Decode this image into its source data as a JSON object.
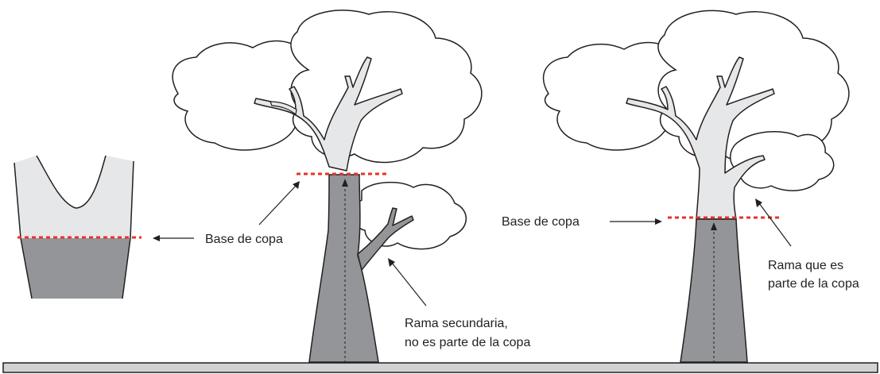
{
  "labels": {
    "base_left": "Base de copa",
    "base_right": "Base de copa",
    "secondary_branch_line1": "Rama secundaria,",
    "secondary_branch_line2": "no es parte de la copa",
    "crown_branch_line1": "Rama que es",
    "crown_branch_line2": "parte de la copa"
  },
  "colors": {
    "outline": "#231f20",
    "trunk_dark": "#939598",
    "crown_light": "#e6e7e8",
    "canopy_fill": "#ffffff",
    "crown_base_line": "#e8322b",
    "ground": "#d1d3d4"
  }
}
